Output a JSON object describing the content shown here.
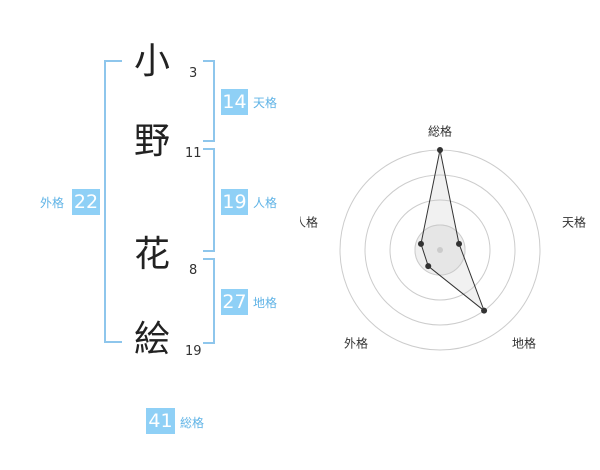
{
  "name": {
    "chars": [
      {
        "char": "小",
        "strokes": "3"
      },
      {
        "char": "野",
        "strokes": "11"
      },
      {
        "char": "花",
        "strokes": "8"
      },
      {
        "char": "絵",
        "strokes": "19"
      }
    ]
  },
  "fortune": {
    "tenkaku": {
      "value": "14",
      "label": "天格"
    },
    "jinkaku": {
      "value": "19",
      "label": "人格"
    },
    "chikaku": {
      "value": "27",
      "label": "地格"
    },
    "gaikaku": {
      "value": "22",
      "label": "外格"
    },
    "soukaku": {
      "value": "41",
      "label": "総格"
    }
  },
  "radar": {
    "axes": [
      "総格",
      "天格",
      "地格",
      "外格",
      "人格"
    ],
    "values": [
      1.0,
      0.2,
      0.75,
      0.2,
      0.2
    ],
    "levels": 4
  }
}
